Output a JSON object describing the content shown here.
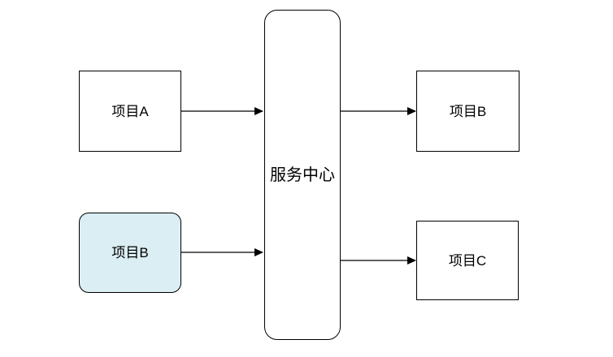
{
  "diagram": {
    "type": "flowchart",
    "hub": {
      "label": "服务中心"
    },
    "nodes": [
      {
        "id": "left-top",
        "label": "项目A",
        "shape": "rect",
        "fill": "#ffffff"
      },
      {
        "id": "left-bottom",
        "label": "项目B",
        "shape": "rounded-rect",
        "fill": "#daeef3"
      },
      {
        "id": "right-top",
        "label": "项目B",
        "shape": "rect",
        "fill": "#ffffff"
      },
      {
        "id": "right-bottom",
        "label": "项目C",
        "shape": "rect",
        "fill": "#ffffff"
      }
    ],
    "edges": [
      {
        "from": "left-top",
        "to": "hub",
        "direction": "right"
      },
      {
        "from": "left-bottom",
        "to": "hub",
        "direction": "right"
      },
      {
        "from": "hub",
        "to": "right-top",
        "direction": "right"
      },
      {
        "from": "hub",
        "to": "right-bottom",
        "direction": "right"
      }
    ],
    "colors": {
      "background": "#ffffff",
      "border": "#000000",
      "highlight_fill": "#daeef3",
      "node_fill": "#ffffff",
      "text": "#000000"
    }
  }
}
